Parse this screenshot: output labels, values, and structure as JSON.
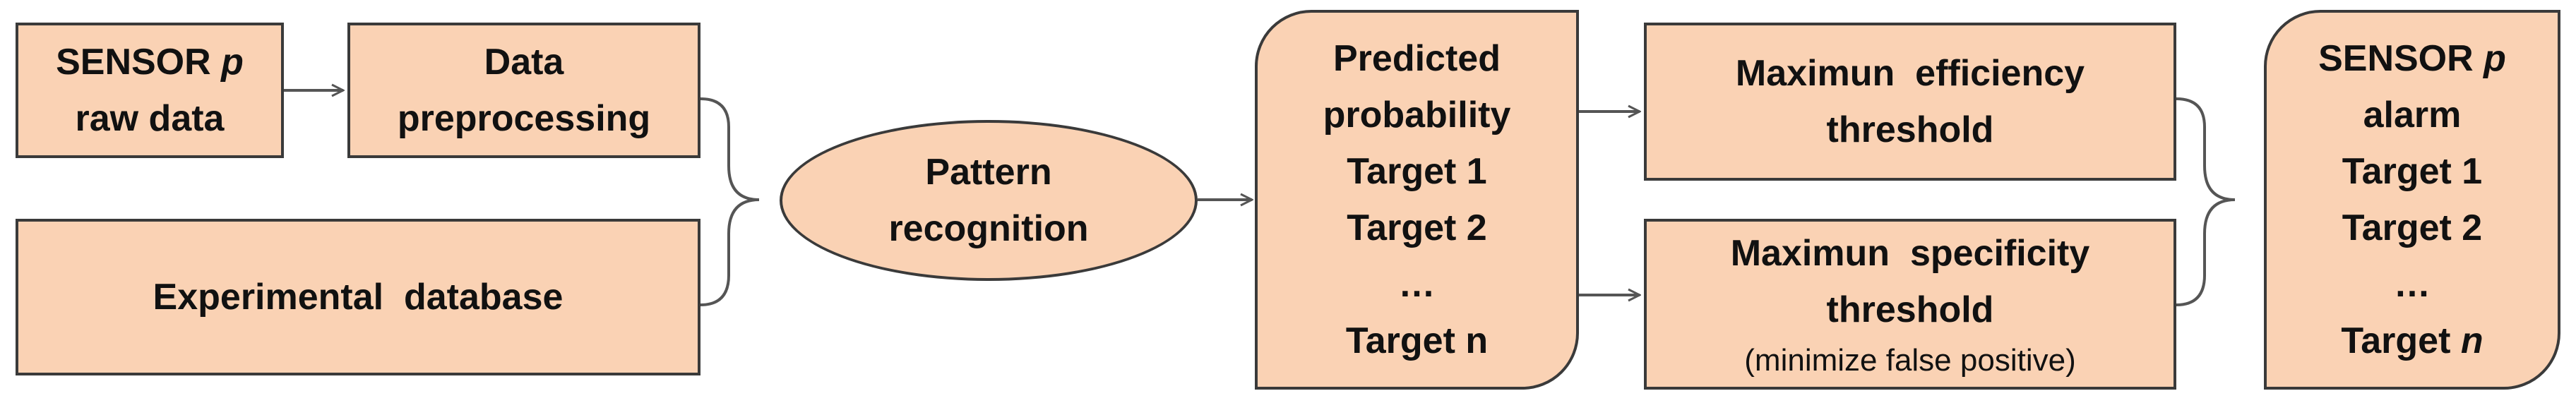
{
  "colors": {
    "box_fill": "#FAD2B4",
    "box_stroke": "#3A3A3A",
    "connector": "#555555"
  },
  "nodes": {
    "sensor_raw": {
      "word": "SENSOR",
      "var": "p",
      "line2": "raw data"
    },
    "preprocessing": {
      "line1": "Data",
      "line2": "preprocessing"
    },
    "database": {
      "label": "Experimental  database"
    },
    "pattern": {
      "line1": "Pattern",
      "line2": "recognition"
    },
    "predicted": {
      "lines": [
        "Predicted",
        "probability",
        "Target 1",
        "Target 2",
        "…",
        "Target n"
      ]
    },
    "efficiency": {
      "line1": "Maximun  efficiency",
      "line2": "threshold"
    },
    "specificity": {
      "line1": "Maximun  specificity",
      "line2": "threshold",
      "note": "(minimize false positive)"
    },
    "alarm": {
      "word": "SENSOR",
      "var": "p",
      "line2": "alarm",
      "line3": "Target 1",
      "line4": "Target 2",
      "line5": "…",
      "line6_word": "Target",
      "line6_var": "n"
    }
  }
}
